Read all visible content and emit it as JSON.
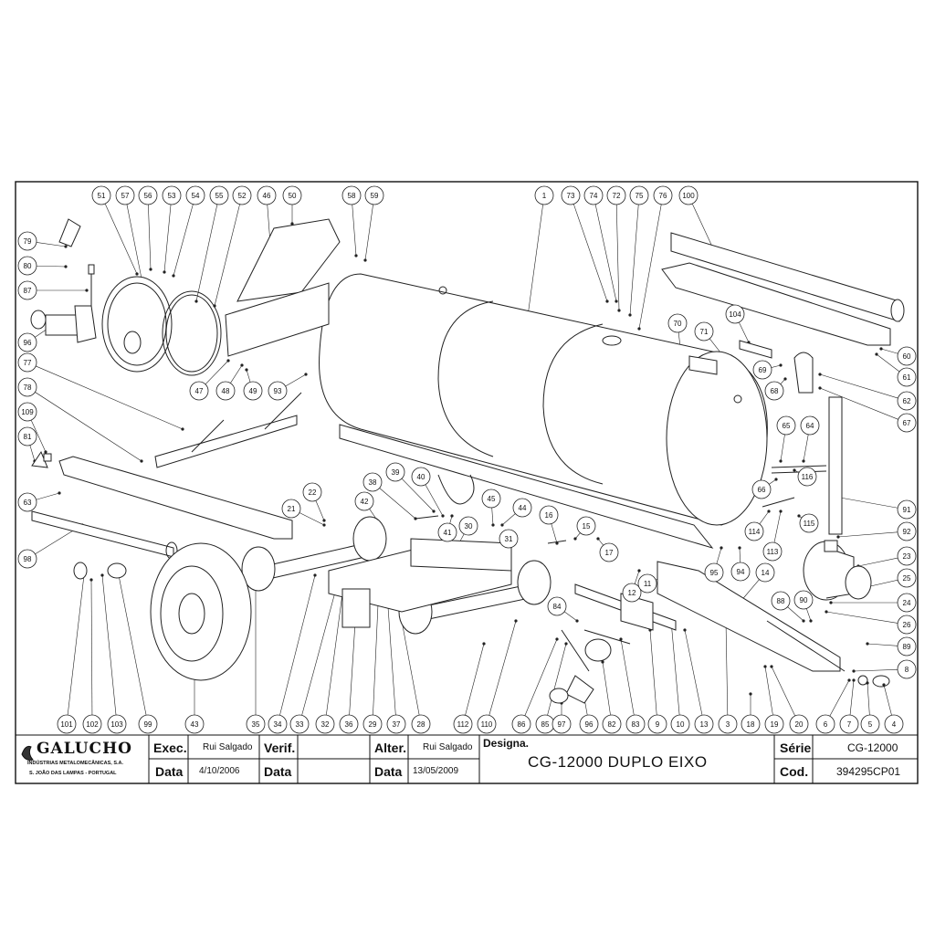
{
  "callouts": [
    "51",
    "57",
    "56",
    "53",
    "54",
    "55",
    "52",
    "46",
    "50",
    "58",
    "59",
    "1",
    "73",
    "74",
    "72",
    "75",
    "76",
    "100",
    "79",
    "80",
    "87",
    "96",
    "77",
    "78",
    "109",
    "81",
    "63",
    "98",
    "47",
    "48",
    "49",
    "93",
    "70",
    "71",
    "104",
    "69",
    "68",
    "60",
    "61",
    "62",
    "67",
    "65",
    "64",
    "116",
    "66",
    "114",
    "113",
    "115",
    "91",
    "92",
    "22",
    "21",
    "38",
    "39",
    "40",
    "42",
    "41",
    "45",
    "44",
    "30",
    "31",
    "16",
    "15",
    "17",
    "12",
    "11",
    "95",
    "94",
    "14",
    "23",
    "25",
    "24",
    "26",
    "88",
    "90",
    "89",
    "8",
    "101",
    "102",
    "103",
    "99",
    "43",
    "35",
    "34",
    "33",
    "32",
    "36",
    "29",
    "37",
    "28",
    "112",
    "110",
    "84",
    "86",
    "85",
    "97",
    "96",
    "82",
    "83",
    "9",
    "10",
    "13",
    "3",
    "18",
    "19",
    "20",
    "6",
    "7",
    "5",
    "4"
  ],
  "title_block": {
    "company_name": "GALUCHO",
    "company_sub1": "INDÚSTRIAS METALOMECÂNICAS, S.A.",
    "company_sub2": "S. JOÃO DAS LAMPAS - PORTUGAL",
    "exec_label": "Exec.",
    "exec_value": "Rui Salgado",
    "verif_label": "Verif.",
    "alter_label": "Alter.",
    "alter_value": "Rui Salgado",
    "data_label": "Data",
    "data_exec_value": "4/10/2006",
    "data_verif_label": "Data",
    "data_alter_label": "Data",
    "data_alter_value": "13/05/2009",
    "designa_label": "Designa.",
    "designa_value": "CG-12000 DUPLO EIXO",
    "serie_label": "Série",
    "serie_value": "CG-12000",
    "cod_label": "Cod.",
    "cod_value": "394295CP01"
  }
}
